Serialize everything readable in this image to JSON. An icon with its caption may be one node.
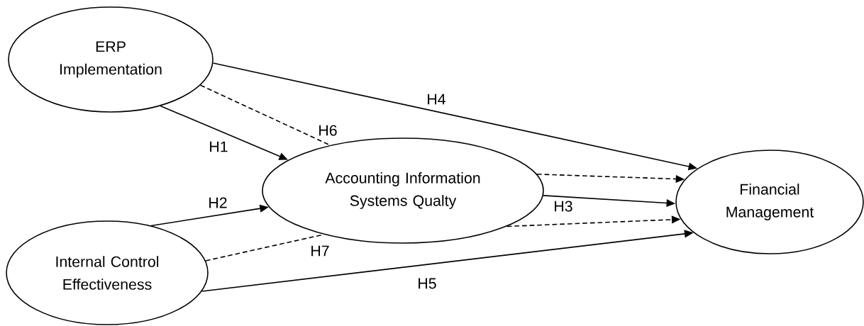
{
  "diagram": {
    "nodes": [
      {
        "text": [
          "ERP Implementation"
        ]
      },
      {
        "text": [
          "Internal Control Effectiveness"
        ]
      },
      {
        "text": [
          "Accounting Information Systems Qualty"
        ]
      },
      {
        "text": [
          "Financial Management"
        ]
      }
    ],
    "edges": [
      {
        "from": 0,
        "to": 2,
        "arrow": "to",
        "label": "H1"
      },
      {
        "from": 0,
        "to": 2,
        "arrow": "none",
        "style": "dashed",
        "label": "H6"
      },
      {
        "from": 0,
        "to": 3,
        "arrow": "to",
        "label": "H4"
      },
      {
        "from": 1,
        "to": 2,
        "arrow": "to",
        "label": "H2"
      },
      {
        "from": 1,
        "to": 2,
        "arrow": "none",
        "style": "dashed",
        "label": "H7"
      },
      {
        "from": 1,
        "to": 3,
        "arrow": "to",
        "label": "H5"
      },
      {
        "from": 2,
        "to": 3,
        "arrow": "to",
        "style": "dashed"
      },
      {
        "from": 2,
        "to": 3,
        "arrow": "to",
        "label": "H3"
      },
      {
        "from": 2,
        "to": 3,
        "arrow": "to",
        "style": "dashed"
      }
    ]
  }
}
